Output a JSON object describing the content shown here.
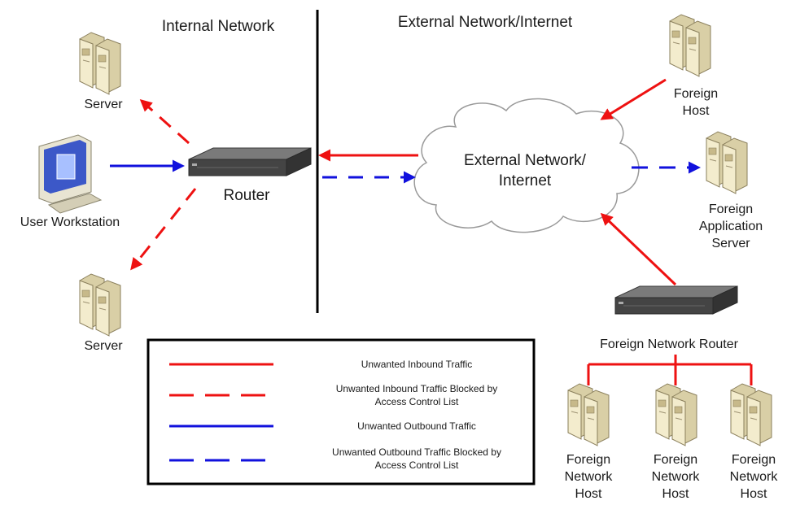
{
  "sections": {
    "internal": "Internal Network",
    "external": "External Network/Internet"
  },
  "labels": {
    "server_top": "Server",
    "server_bottom": "Server",
    "workstation": "User Workstation",
    "router": "Router",
    "cloud_line1": "External Network/",
    "cloud_line2": "Internet",
    "foreign_host_1": "Foreign",
    "foreign_host_2": "Host",
    "foreign_app_1": "Foreign",
    "foreign_app_2": "Application",
    "foreign_app_3": "Server",
    "foreign_router": "Foreign Network Router",
    "fnh_1": "Foreign",
    "fnh_2": "Network",
    "fnh_3": "Host"
  },
  "legend": {
    "items": [
      {
        "line1": "Unwanted Inbound Traffic",
        "line2": ""
      },
      {
        "line1": "Unwanted Inbound Traffic Blocked by",
        "line2": "Access Control List"
      },
      {
        "line1": "Unwanted Outbound Traffic",
        "line2": ""
      },
      {
        "line1": "Unwanted Outbound Traffic Blocked by",
        "line2": "Access Control List"
      }
    ]
  },
  "colors": {
    "inbound": "#ee1111",
    "outbound": "#1111dd",
    "divider": "#000000",
    "server_body": "#efe8c8"
  }
}
